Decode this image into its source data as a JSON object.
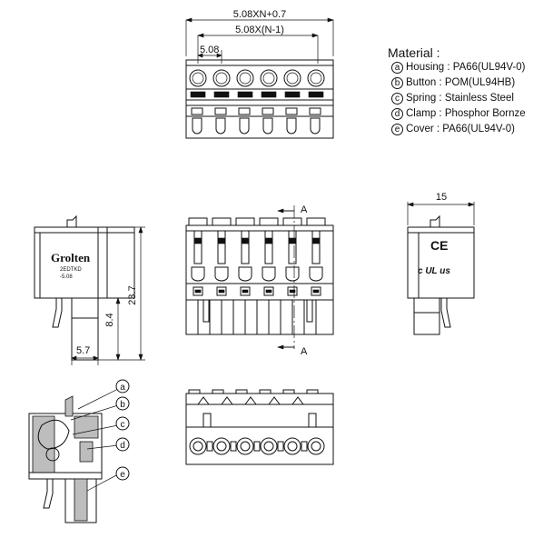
{
  "dimensions": {
    "overall_width": "5.08XN+0.7",
    "pitch_span": "5.08X(N-1)",
    "pitch": "5.08",
    "side_width": "15",
    "height": "23.7",
    "lower_height": "8.4",
    "depth": "5.7"
  },
  "section_marker": "A",
  "brand": {
    "name": "Grolten",
    "part": "2EDTKD",
    "pitch_label": "-5.08"
  },
  "certs": {
    "ce": "CE",
    "ul": "c UL us"
  },
  "material": {
    "title": "Material :",
    "items": [
      {
        "letter": "a",
        "text": "Housing : PA66(UL94V-0)"
      },
      {
        "letter": "b",
        "text": "Button : POM(UL94HB)"
      },
      {
        "letter": "c",
        "text": "Spring : Stainless Steel"
      },
      {
        "letter": "d",
        "text": "Clamp : Phosphor Bornze"
      },
      {
        "letter": "e",
        "text": "Cover : PA66(UL94V-0)"
      }
    ]
  },
  "callouts": [
    "a",
    "b",
    "c",
    "d",
    "e"
  ]
}
